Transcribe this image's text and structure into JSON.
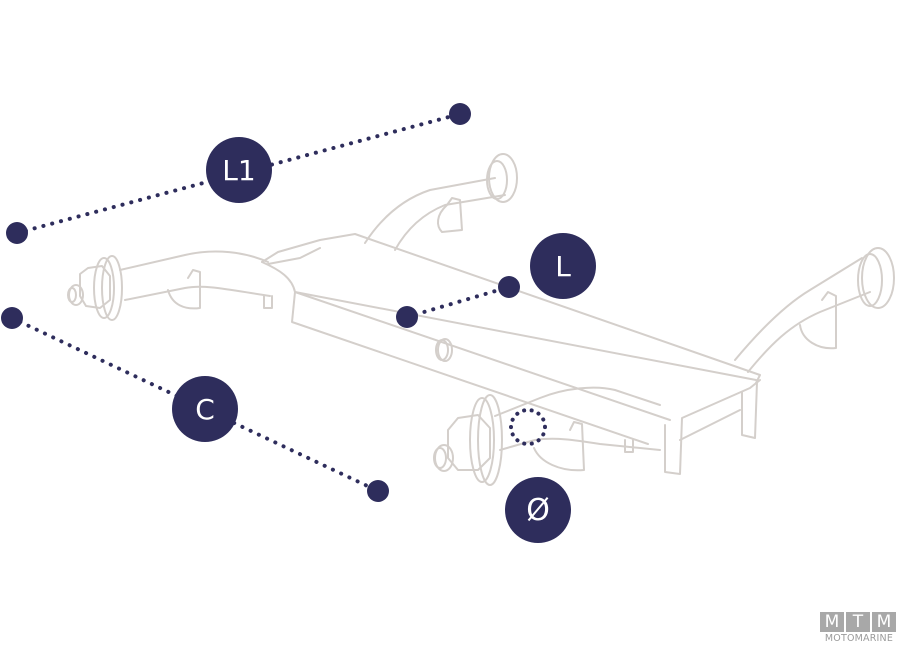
{
  "diagram": {
    "subject": "trailer axle assembly",
    "colors": {
      "badge": "#2e2d5c",
      "badge_text": "#ffffff",
      "line_art": "#d4cfcb",
      "dotted_dim": "#2e2d5c",
      "logo_box": "#a8a8a8",
      "logo_text": "#9a9a9a"
    },
    "labels": {
      "l1": "L1",
      "l": "L",
      "c": "C",
      "diameter": "Ø"
    }
  },
  "logo": {
    "letters": [
      "M",
      "T",
      "M"
    ],
    "text": "MOTOMARINE"
  }
}
